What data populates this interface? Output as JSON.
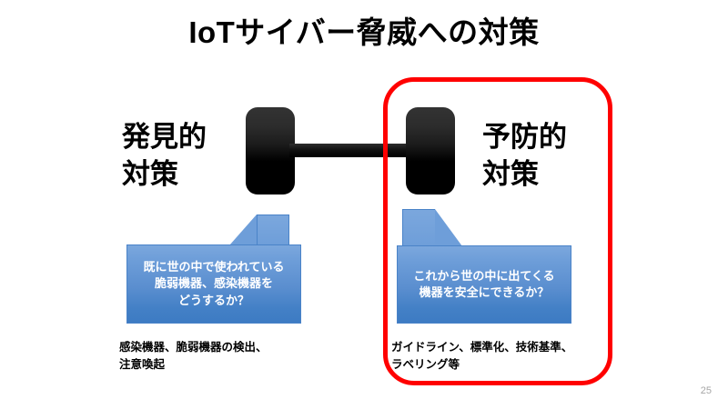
{
  "slide": {
    "title": "IoTサイバー脅威への対策",
    "page_number": "25",
    "background_color": "#ffffff"
  },
  "diagram": {
    "center_graphic": {
      "icon": "dumbbell-icon",
      "color": "#000000"
    },
    "highlight": {
      "shape": "rounded-rectangle",
      "color": "#ff0000",
      "target": "予防的対策"
    },
    "columns": [
      {
        "id": "detective",
        "heading": "発見的\n対策",
        "callout": "既に世の中で使われている\n脆弱機器、感染機器を\nどうするか？",
        "caption": "感染機器、脆弱機器の検出、\n注意喚起",
        "highlighted": false,
        "callout_color": "#5a8ecf"
      },
      {
        "id": "preventive",
        "heading": "予防的\n対策",
        "callout": "これから世の中に出てくる\n機器を安全にできるか？",
        "caption": "ガイドライン、標準化、技術基準、\nラベリング等",
        "highlighted": true,
        "callout_color": "#5a8ecf"
      }
    ]
  }
}
